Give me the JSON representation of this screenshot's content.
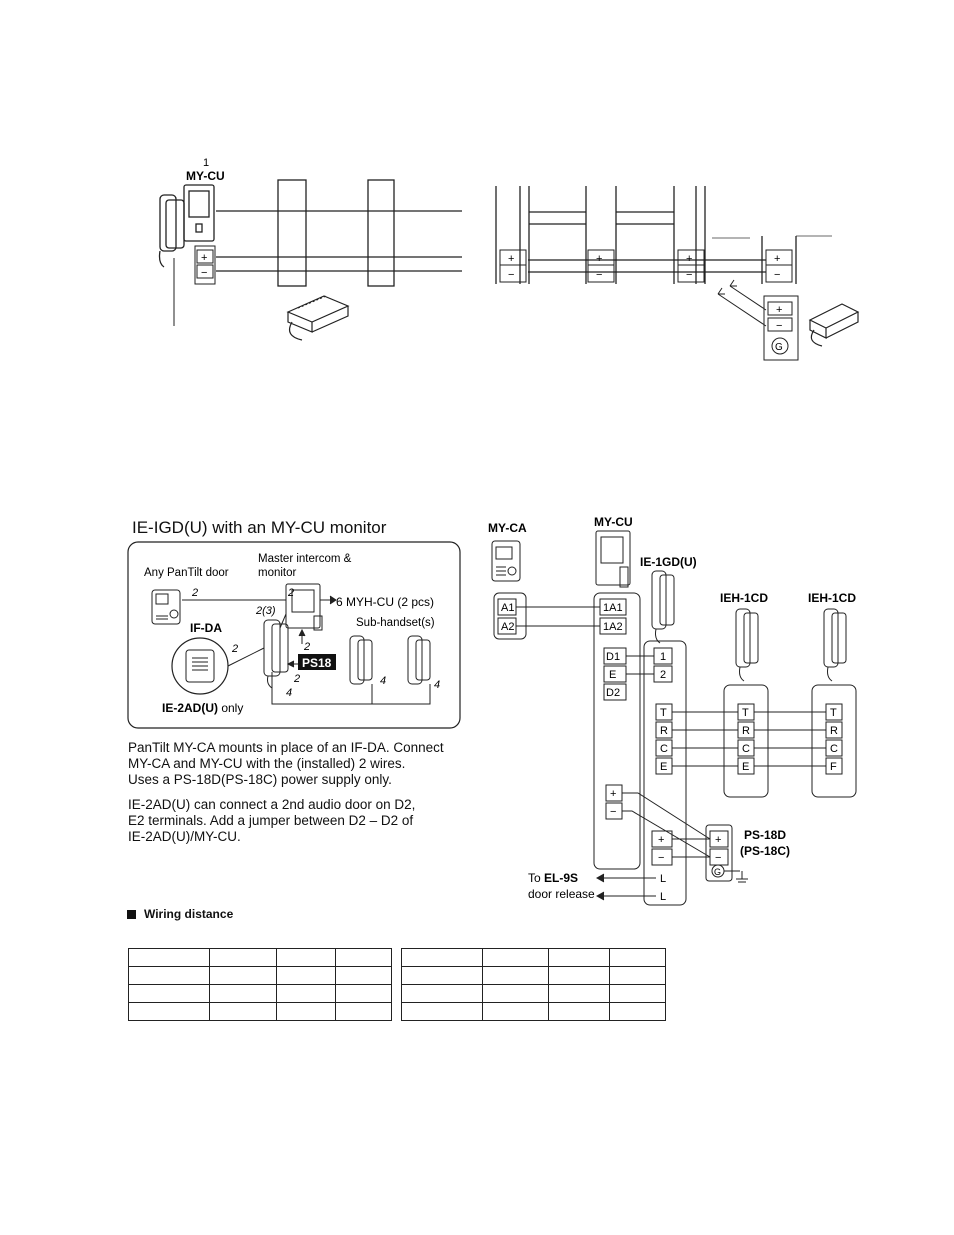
{
  "top": {
    "index_number": "1",
    "monitor_label": "MY-CU",
    "plus": "+",
    "minus": "−",
    "ground": "G"
  },
  "section": {
    "title": "IE-IGD(U) with an MY-CU monitor"
  },
  "inset": {
    "any_pantilt_door": "Any PanTilt door",
    "master_line1": "Master intercom &",
    "master_line2": "monitor",
    "myh_cu": "6 MYH-CU (2 pcs)",
    "if_da": "IF-DA",
    "sub_handsets": "Sub-handset(s)",
    "ps18": "PS18",
    "ie2ad_bold": "IE-2AD(U)",
    "ie2ad_only": " only",
    "wire_2a": "2",
    "wire_2b": "2",
    "wire_23": "2(3)",
    "wire_2c": "2",
    "wire_2d": "2",
    "wire_2e": "2",
    "wire_4a": "4",
    "wire_4b": "4",
    "wire_4c": "4"
  },
  "notes": {
    "p1_l1": "PanTilt MY-CA mounts in place of an IF-DA. Connect",
    "p1_l2": "MY-CA and MY-CU with the (installed) 2 wires.",
    "p1_l3": "Uses a PS-18D(PS-18C) power supply only.",
    "p2_l1": "IE-2AD(U) can connect a 2nd audio door on D2,",
    "p2_l2": "E2 terminals. Add a jumper between D2 – D2 of",
    "p2_l3": "IE-2AD(U)/MY-CU."
  },
  "wiring": {
    "my_ca": "MY-CA",
    "my_cu": "MY-CU",
    "ie1gd": "IE-1GD(U)",
    "ieh1cd_a": "IEH-1CD",
    "ieh1cd_b": "IEH-1CD",
    "t_a1": "A1",
    "t_a2": "A2",
    "t_1a1": "1A1",
    "t_1a2": "1A2",
    "t_d1": "D1",
    "t_e": "E",
    "t_d2": "D2",
    "t_1": "1",
    "t_2": "2",
    "trce": [
      "T",
      "R",
      "C",
      "E"
    ],
    "trce_last": [
      "T",
      "R",
      "C",
      "F"
    ],
    "plus": "+",
    "minus": "−",
    "ps18d": "PS-18D",
    "ps18c": "(PS-18C)",
    "ground": "G",
    "to_prefix": "To ",
    "el9s": "EL-9S",
    "door_release": "door release",
    "l": "L"
  },
  "wiring_distance": {
    "label": "Wiring distance"
  }
}
